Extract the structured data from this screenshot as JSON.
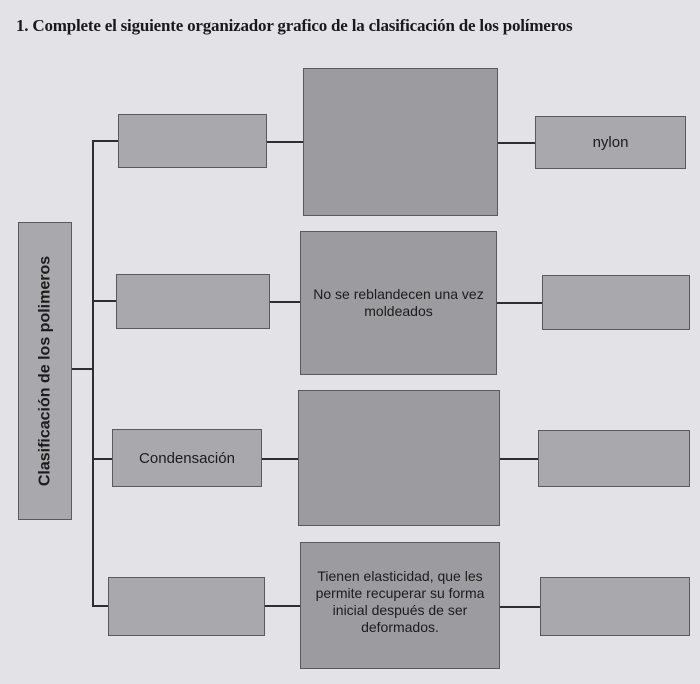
{
  "title": "1.  Complete el siguiente organizador grafico de la clasificación de los polímeros",
  "root": "Clasificación de los polimeros",
  "rows": [
    {
      "category": "",
      "description": "",
      "example": "nylon"
    },
    {
      "category": "",
      "description": "No se reblandecen una vez moldeados",
      "example": ""
    },
    {
      "category": "Condensación",
      "description": "",
      "example": ""
    },
    {
      "category": "",
      "description": "Tienen elasticidad, que les permite recuperar su forma inicial después de ser deformados.",
      "example": ""
    }
  ]
}
